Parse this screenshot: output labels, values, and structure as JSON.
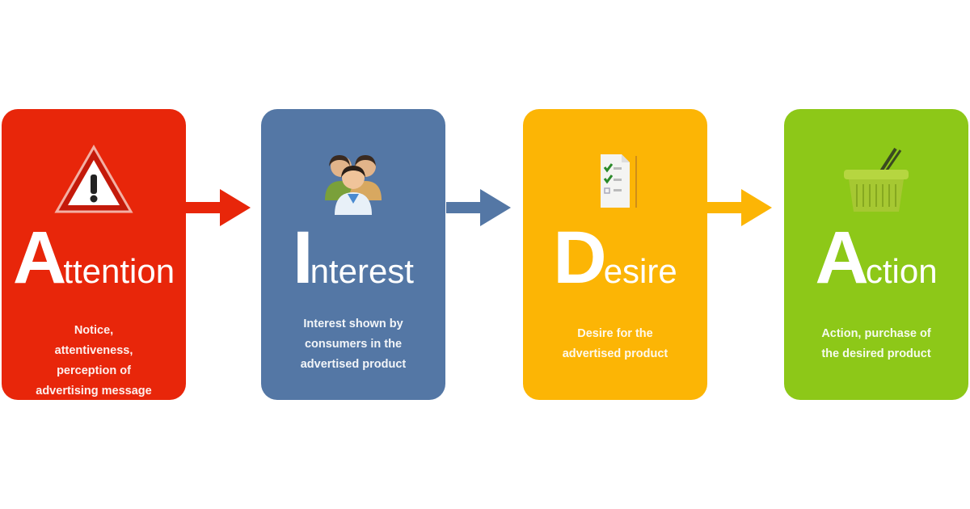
{
  "stages": [
    {
      "initial": "A",
      "rest": "ttention",
      "description": [
        "Notice,",
        "attentiveness,",
        "perception of",
        "advertising message"
      ],
      "color": "#e8260a",
      "icon": "warning-icon"
    },
    {
      "initial": "I",
      "rest": "nterest",
      "description": [
        "Interest shown by",
        "consumers in the",
        "advertised product"
      ],
      "color": "#5477a5",
      "icon": "people-icon"
    },
    {
      "initial": "D",
      "rest": "esire",
      "description": [
        "Desire for the",
        "advertised product"
      ],
      "color": "#fcb505",
      "icon": "checklist-icon"
    },
    {
      "initial": "A",
      "rest": "ction",
      "description": [
        "Action, purchase of",
        "the desired product"
      ],
      "color": "#8dc818",
      "icon": "basket-icon"
    }
  ]
}
